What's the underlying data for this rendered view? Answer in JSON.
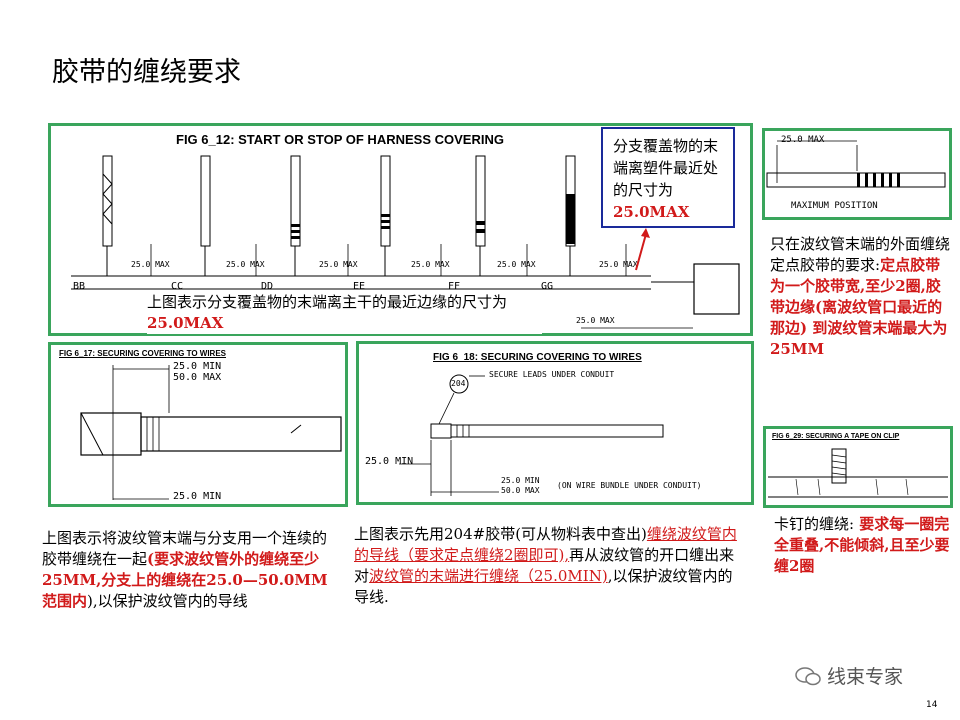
{
  "title": "胶带的缠绕要求",
  "fig_12": {
    "title": "FIG 6_12:  START OR STOP OF HARNESS COVERING",
    "labels": [
      "BB",
      "CC",
      "DD",
      "EE",
      "FF",
      "GG"
    ],
    "max_label": "25.0 MAX",
    "caption_prefix": "上图表示分支覆盖物的末端离主干的最近边缘的尺寸为",
    "caption_value": "25.0MAX"
  },
  "callout": {
    "text": "分支覆盖物的末端离塑件最近处的尺寸为",
    "value": "25.0MAX"
  },
  "fig_max_pos": {
    "dim": "25.0 MAX",
    "label": "MAXIMUM POSITION"
  },
  "note_right": {
    "plain": "只在波纹管末端的外面缠绕定点胶带的要求:",
    "red": "定点胶带为一个胶带宽,至少2圈,胶带边缘(离波纹管口最近的那边) 到波纹管末端最大为25MM"
  },
  "fig_17": {
    "title": "FIG 6_17:  SECURING COVERING TO WIRES",
    "dim_1": "25.0 MIN",
    "dim_2": "50.0 MAX",
    "dim_3": "25.0 MIN"
  },
  "fig_18": {
    "title": "FIG 6_18:  SECURING COVERING TO WIRES",
    "balloon": "204",
    "leader_text": "SECURE LEADS UNDER CONDUIT",
    "dim_left": "25.0 MIN",
    "dim_min": "25.0 MIN",
    "dim_max": "50.0 MAX",
    "dim_note": "(ON WIRE BUNDLE UNDER CONDUIT)"
  },
  "fig_29": {
    "title": "FIG 6_29:  SECURING A TAPE ON CLIP"
  },
  "note_17": {
    "plain": "上图表示将波纹管末端与分支用一个连续的胶带缠绕在一起",
    "red": "(要求波纹管外的缠绕至少25MM,分支上的缠绕在25.0—50.0MM范围内",
    "tail": "),以保护波纹管内的导线"
  },
  "note_18": {
    "plain1": "上图表示先用204#胶带(可从物料表中查出)",
    "red1": "缠绕波纹管内的导线（要求定点缠绕2圈即可),",
    "plain2": "再从波纹管的开口缠出来对",
    "red2": "波纹管的末端进行缠绕（25.0MIN)",
    "plain3": ",以保护波纹管内的导线."
  },
  "note_29": {
    "plain": "卡钉的缠绕:",
    "red": " 要求每一圈完全重叠,不能倾斜,且至少要缠2圈"
  },
  "watermark": "线束专家",
  "page_number": "14"
}
